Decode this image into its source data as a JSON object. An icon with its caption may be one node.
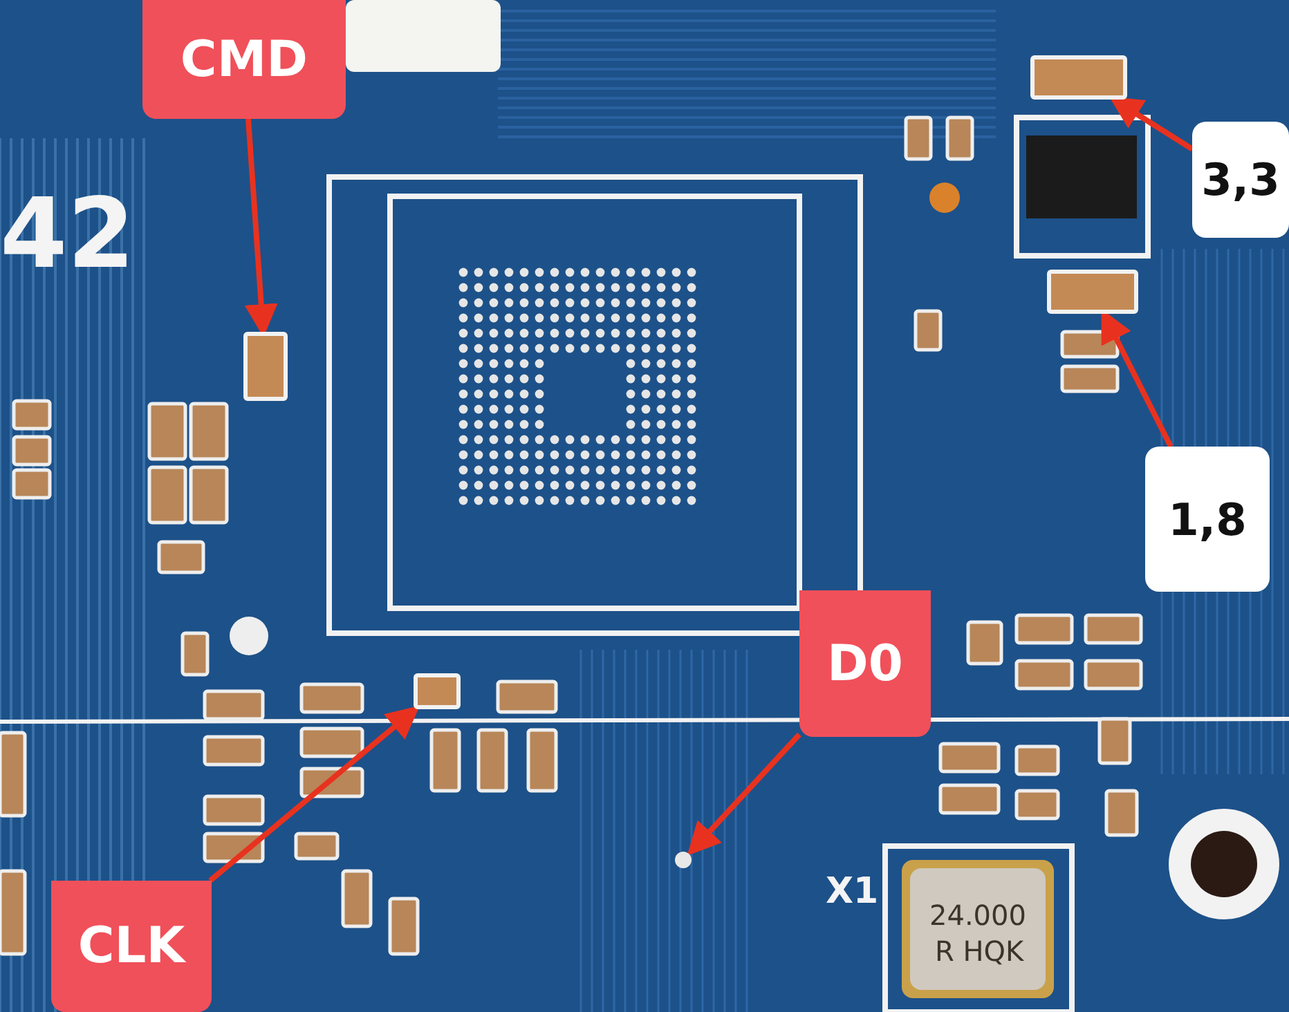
{
  "diagram": {
    "nodes": [
      {
        "text": [
          "CMD"
        ]
      },
      {
        "text": [
          "3,3"
        ]
      },
      {
        "text": [
          "1,8"
        ]
      },
      {
        "text": [
          "D0"
        ]
      },
      {
        "text": [
          "CLK"
        ]
      },
      {
        "text": [],
        "shape": "box"
      },
      {
        "text": [],
        "shape": "box"
      },
      {
        "text": [],
        "shape": "box"
      },
      {
        "text": [],
        "shape": "box"
      },
      {
        "text": [],
        "shape": "circle"
      }
    ],
    "edges": [
      {
        "from": 0,
        "to": 5,
        "arrow": "to"
      },
      {
        "from": 1,
        "to": 6,
        "arrow": "to"
      },
      {
        "from": 2,
        "to": 7,
        "arrow": "to"
      },
      {
        "from": 3,
        "to": 9,
        "arrow": "to"
      },
      {
        "from": 4,
        "to": 8,
        "arrow": "to"
      }
    ],
    "labels": [
      "42",
      "X1",
      "24.000",
      "R HQK"
    ]
  }
}
